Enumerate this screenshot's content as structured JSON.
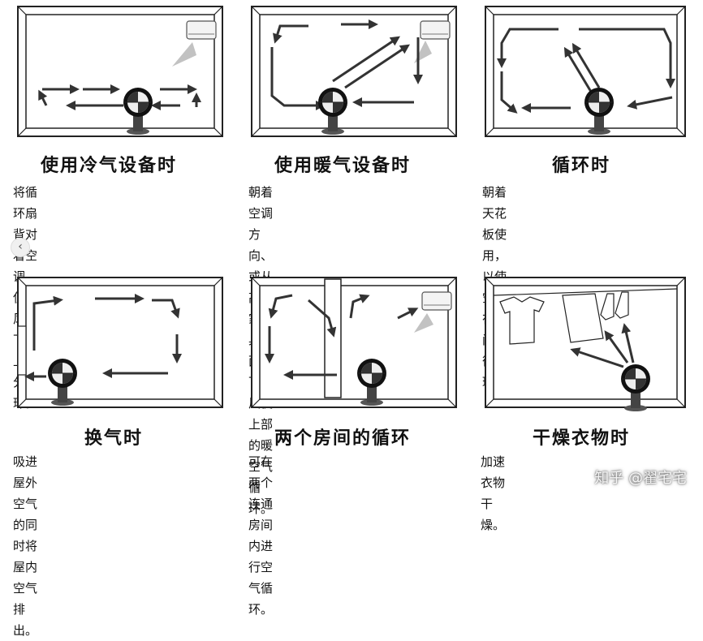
{
  "panels": [
    {
      "title": "使用冷气设备时",
      "desc": "将循环扇背对着空调，使凉\n风自下而上充分循环。"
    },
    {
      "title": "使用暖气设备时",
      "desc": "朝着空调方向、或从高的家\n具上面向下吹风使上部的暖\n空气循环。"
    },
    {
      "title": "循环时",
      "desc": "朝着天花板使用，以使空气\n在房间内循环。"
    },
    {
      "title": "换气时",
      "desc": "吸进屋外空气的同时将屋内\n空气排出。"
    },
    {
      "title": "两个房间的循环",
      "desc": "可在两个连通房间内进行空\n气循环。"
    },
    {
      "title": "干燥衣物时",
      "desc": "加速衣物干燥。"
    }
  ],
  "nav": {
    "prev_label": "‹"
  },
  "watermark": "知乎 @翟宅宅"
}
